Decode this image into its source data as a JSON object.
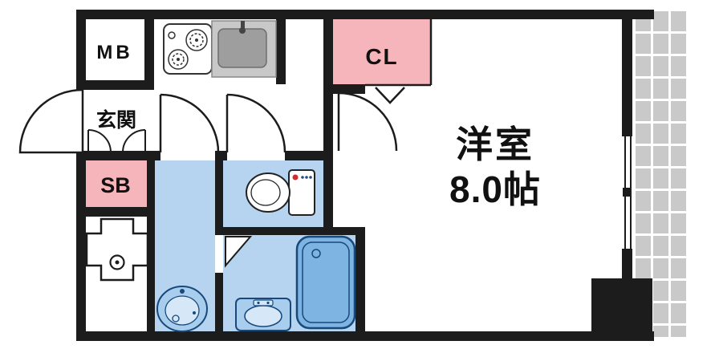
{
  "floorplan": {
    "type": "apartment-floor-plan",
    "labels": {
      "mb": "MB",
      "cl": "CL",
      "genkan": "玄関",
      "sb": "SB",
      "main_room_name": "洋室",
      "main_room_size": "8.0帖"
    },
    "colors": {
      "wall": "#1c1c1c",
      "closet_pink": "#f5b5ba",
      "wet_room_blue": "#b6d4ef",
      "fixture_blue": "#7db4e2",
      "fixture_light_blue": "#a9cdec",
      "fixture_inner": "#d6e8f7",
      "fixture_outline": "#17497c",
      "balcony_tile": "#c9c9c9",
      "counter_gray": "#c8c8c8",
      "sink_gray": "#9e9e9e",
      "accent_red": "#d22b2b"
    },
    "fixtures": {
      "stove": "stove-icon",
      "kitchen_sink": "kitchen-sink-icon",
      "toilet": "toilet-icon",
      "bathtub": "bathtub-icon",
      "washbasin": "washbasin-icon",
      "vanity": "vanity-sink-icon",
      "washing_machine_pan": "washing-machine-pan-icon"
    }
  }
}
